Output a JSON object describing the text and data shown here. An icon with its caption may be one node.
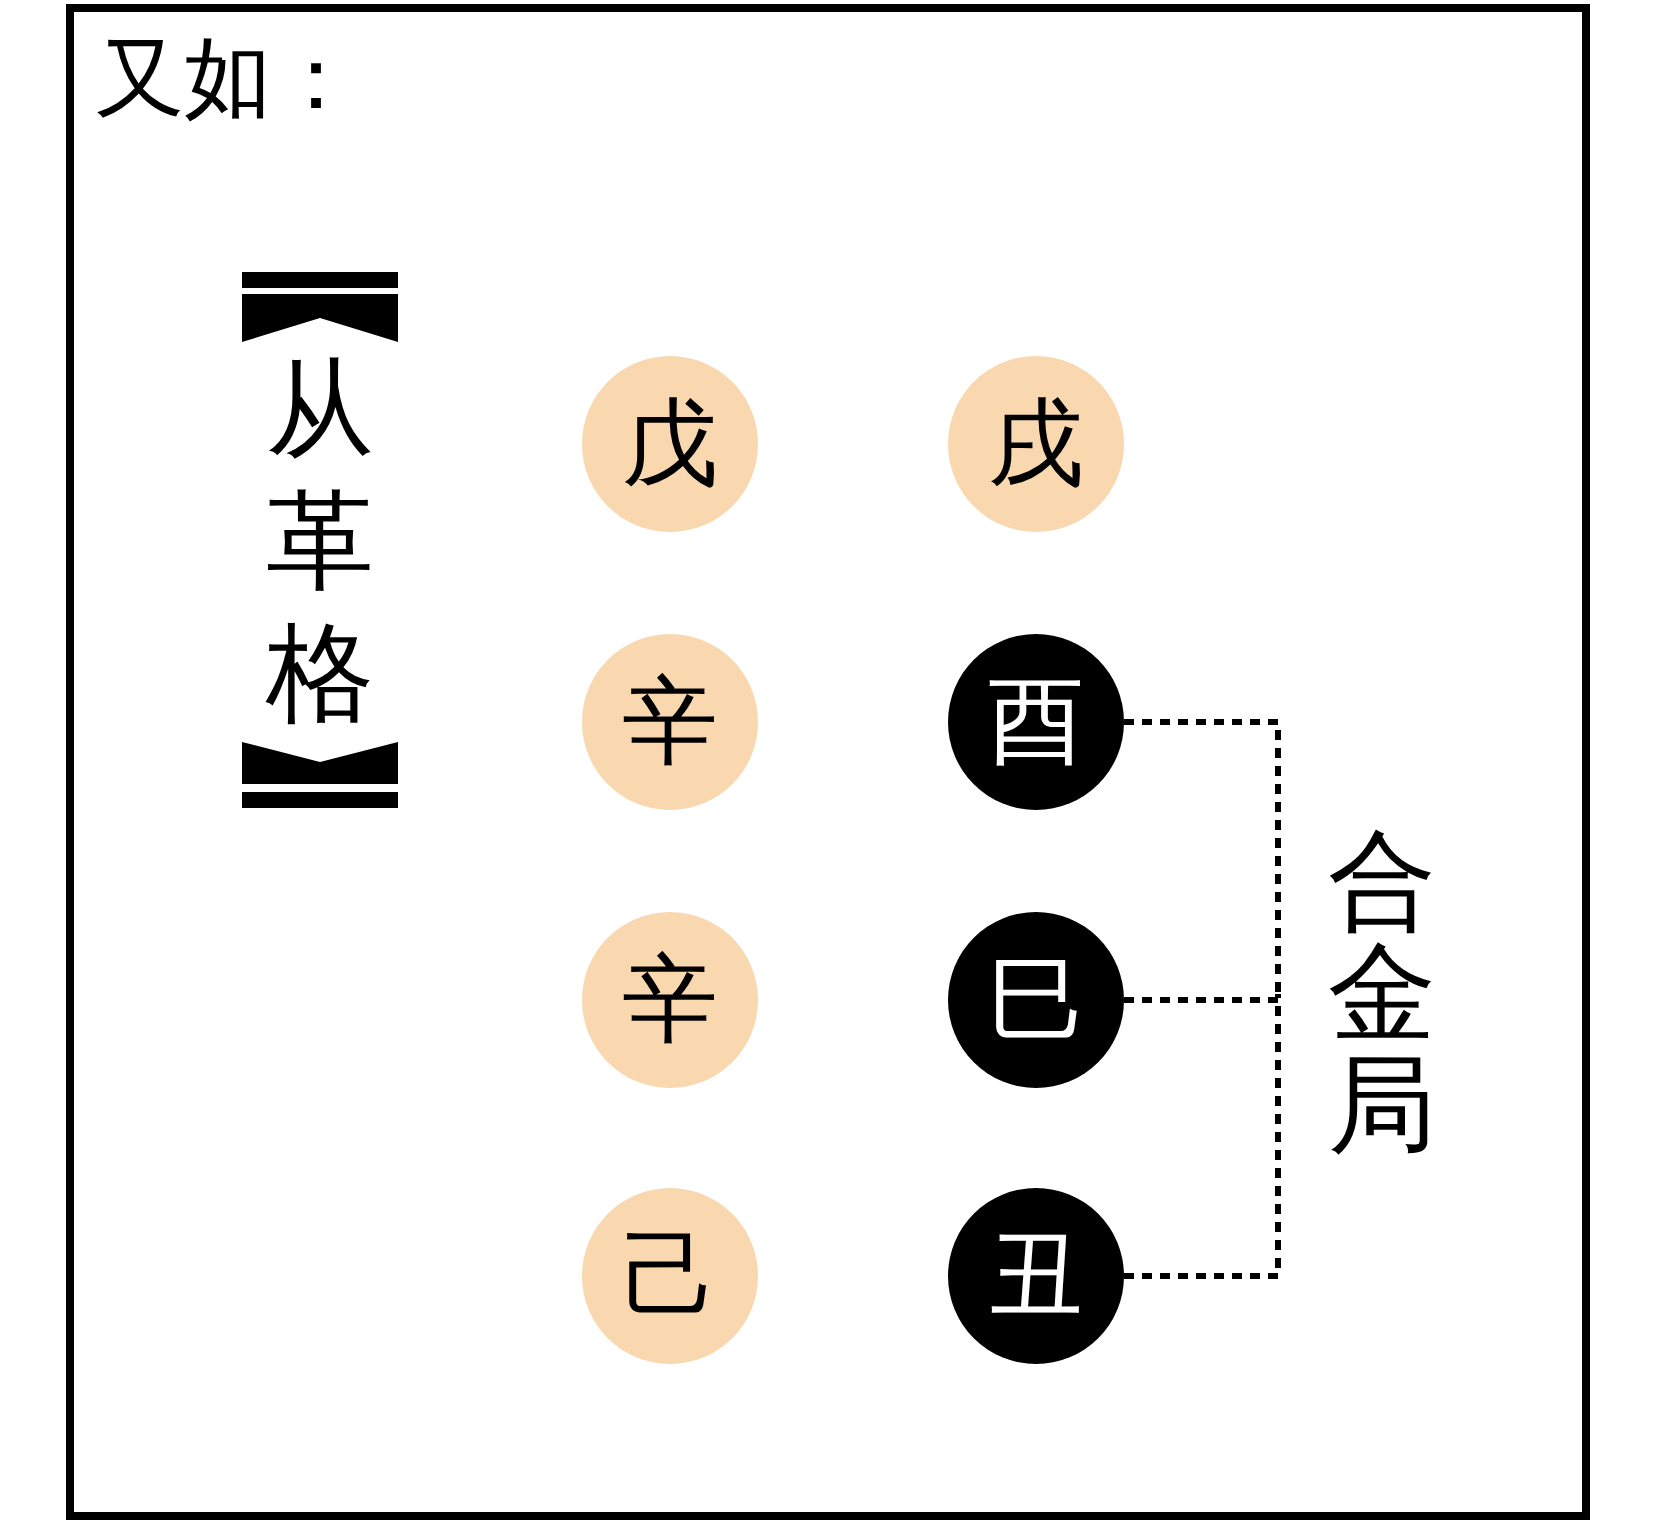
{
  "diagram": {
    "title": "又如：",
    "nodes": [
      {
        "text": [
          "戊"
        ]
      },
      {
        "text": [
          "戌"
        ]
      },
      {
        "text": [
          "辛"
        ]
      },
      {
        "text": [
          "酉"
        ]
      },
      {
        "text": [
          "辛"
        ]
      },
      {
        "text": [
          "巳"
        ]
      },
      {
        "text": [
          "己"
        ]
      },
      {
        "text": [
          "丑"
        ]
      },
      {
        "text": [
          "合金局"
        ]
      }
    ],
    "edges": [
      {
        "from": 3,
        "to": 8,
        "arrow": "none",
        "style": "dashed"
      },
      {
        "from": 5,
        "to": 8,
        "arrow": "none",
        "style": "dashed"
      },
      {
        "from": 7,
        "to": 8,
        "arrow": "none",
        "style": "dashed"
      }
    ],
    "labels": [
      "从革格"
    ]
  }
}
